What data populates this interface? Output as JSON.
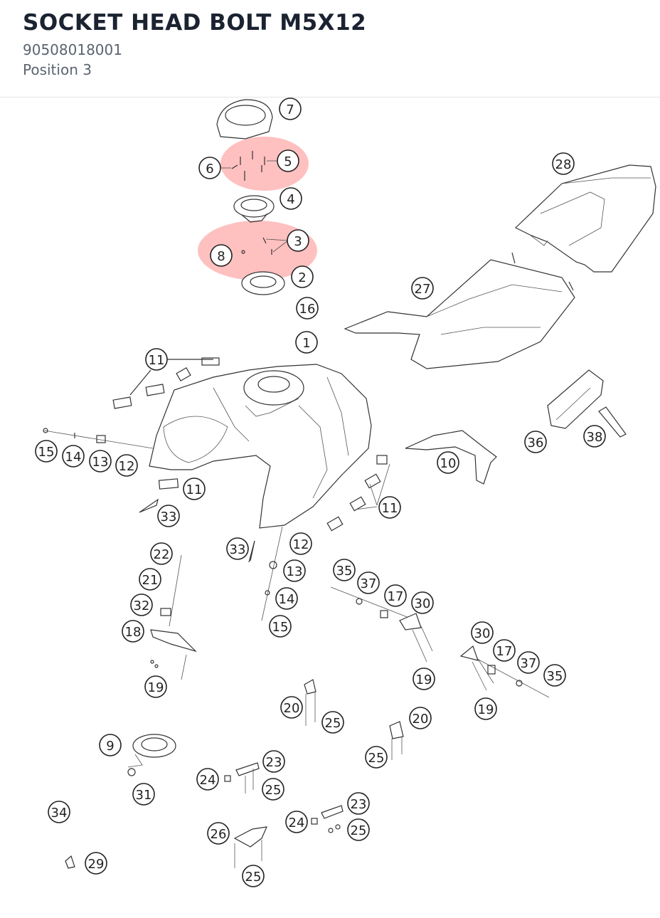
{
  "header": {
    "title": "SOCKET HEAD BOLT M5X12",
    "part_number": "90508018001",
    "position": "Position 3"
  },
  "diagram": {
    "highlight_color": "#ff7373",
    "callouts": {
      "c7": "7",
      "c6": "6",
      "c5": "5",
      "c4": "4",
      "c3": "3",
      "c8": "8",
      "c2": "2",
      "c16": "16",
      "c1": "1",
      "c28": "28",
      "c27": "27",
      "c11a": "11",
      "c11b": "11",
      "c11c": "11",
      "c15a": "15",
      "c14a": "14",
      "c13a": "13",
      "c12a": "12",
      "c33a": "33",
      "c33b": "33",
      "c10": "10",
      "c36": "36",
      "c38": "38",
      "c22": "22",
      "c21": "21",
      "c32": "32",
      "c18": "18",
      "c19a": "19",
      "c12b": "12",
      "c13b": "13",
      "c14b": "14",
      "c15b": "15",
      "c35a": "35",
      "c37a": "37",
      "c17a": "17",
      "c30a": "30",
      "c19b": "19",
      "c30b": "30",
      "c17b": "17",
      "c37b": "37",
      "c35b": "35",
      "c19c": "19",
      "c20a": "20",
      "c25a": "25",
      "c20b": "20",
      "c25b": "25",
      "c9": "9",
      "c31": "31",
      "c34": "34",
      "c29": "29",
      "c24a": "24",
      "c23a": "23",
      "c25c": "25",
      "c24b": "24",
      "c23b": "23",
      "c25d": "25",
      "c26": "26",
      "c25e": "25"
    }
  }
}
